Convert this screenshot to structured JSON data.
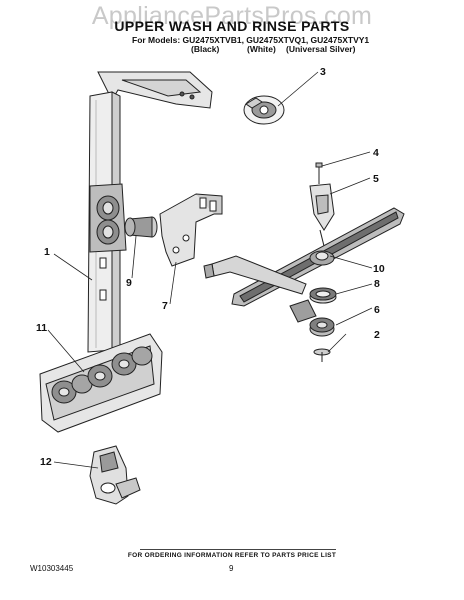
{
  "watermark": "AppliancePartsPros.com",
  "header": {
    "title": "UPPER WASH AND RINSE PARTS",
    "models_line": "For Models: GU2475XTVB1, GU2475XTVQ1, GU2475XTVY1",
    "color_black": "(Black)",
    "color_white": "(White)",
    "color_silver": "(Universal Silver)"
  },
  "callouts": {
    "c1": "1",
    "c2": "2",
    "c3": "3",
    "c4": "4",
    "c5": "5",
    "c6": "6",
    "c7": "7",
    "c8": "8",
    "c9": "9",
    "c10": "10",
    "c11": "11",
    "c12": "12"
  },
  "footer": {
    "note": "FOR ORDERING INFORMATION REFER TO PARTS PRICE LIST",
    "doc_number": "W10303445",
    "page": "9"
  }
}
